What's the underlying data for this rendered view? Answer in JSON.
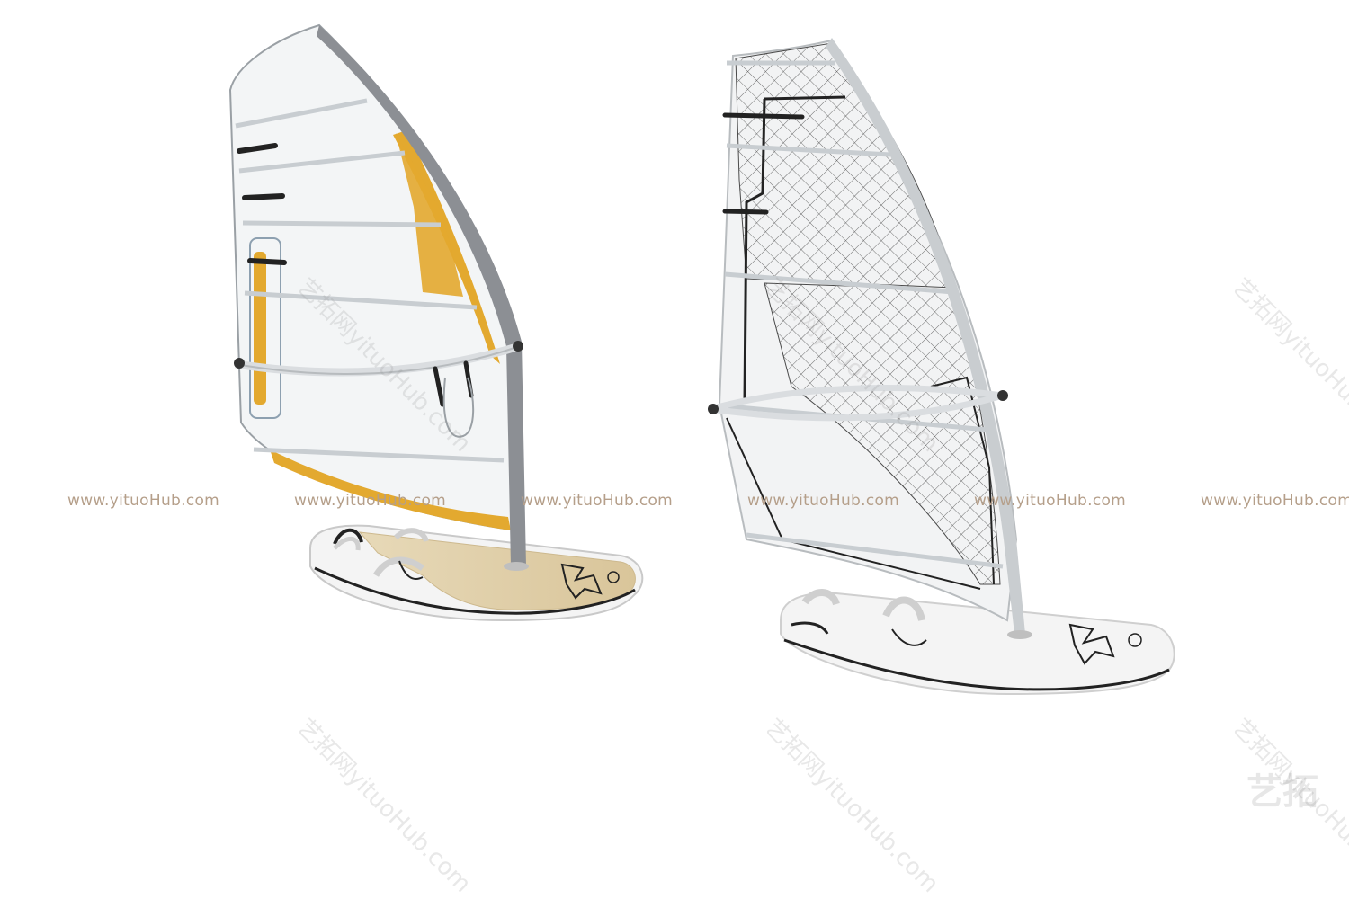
{
  "scene": {
    "subject_left": "windsurf board with yellow-trimmed sail",
    "subject_right": "windsurf board with mesh-window sail",
    "colors": {
      "background": "#ffffff",
      "sail_accent": "#e3a92f",
      "mast": "#8c8f94",
      "board_deck": "#e2d2ad",
      "board_white": "#f4f4f4",
      "mesh": "#4a4a4a"
    }
  },
  "watermarks": {
    "url_repeat": [
      "www.yituoHub.com",
      "www.yituoHub.com",
      "www.yituoHub.com",
      "www.yituoHub.com",
      "www.yituoHub.com",
      "www.yituoHub.com"
    ],
    "diagonal": [
      "艺拓网yituoHub.com",
      "艺拓网yituoHub.com",
      "艺拓网yituoHub.com",
      "艺拓网yituoHub.com",
      "艺拓网yituoHub.com",
      "艺拓网yituoHub.com"
    ],
    "corner_logo": "艺拓"
  }
}
